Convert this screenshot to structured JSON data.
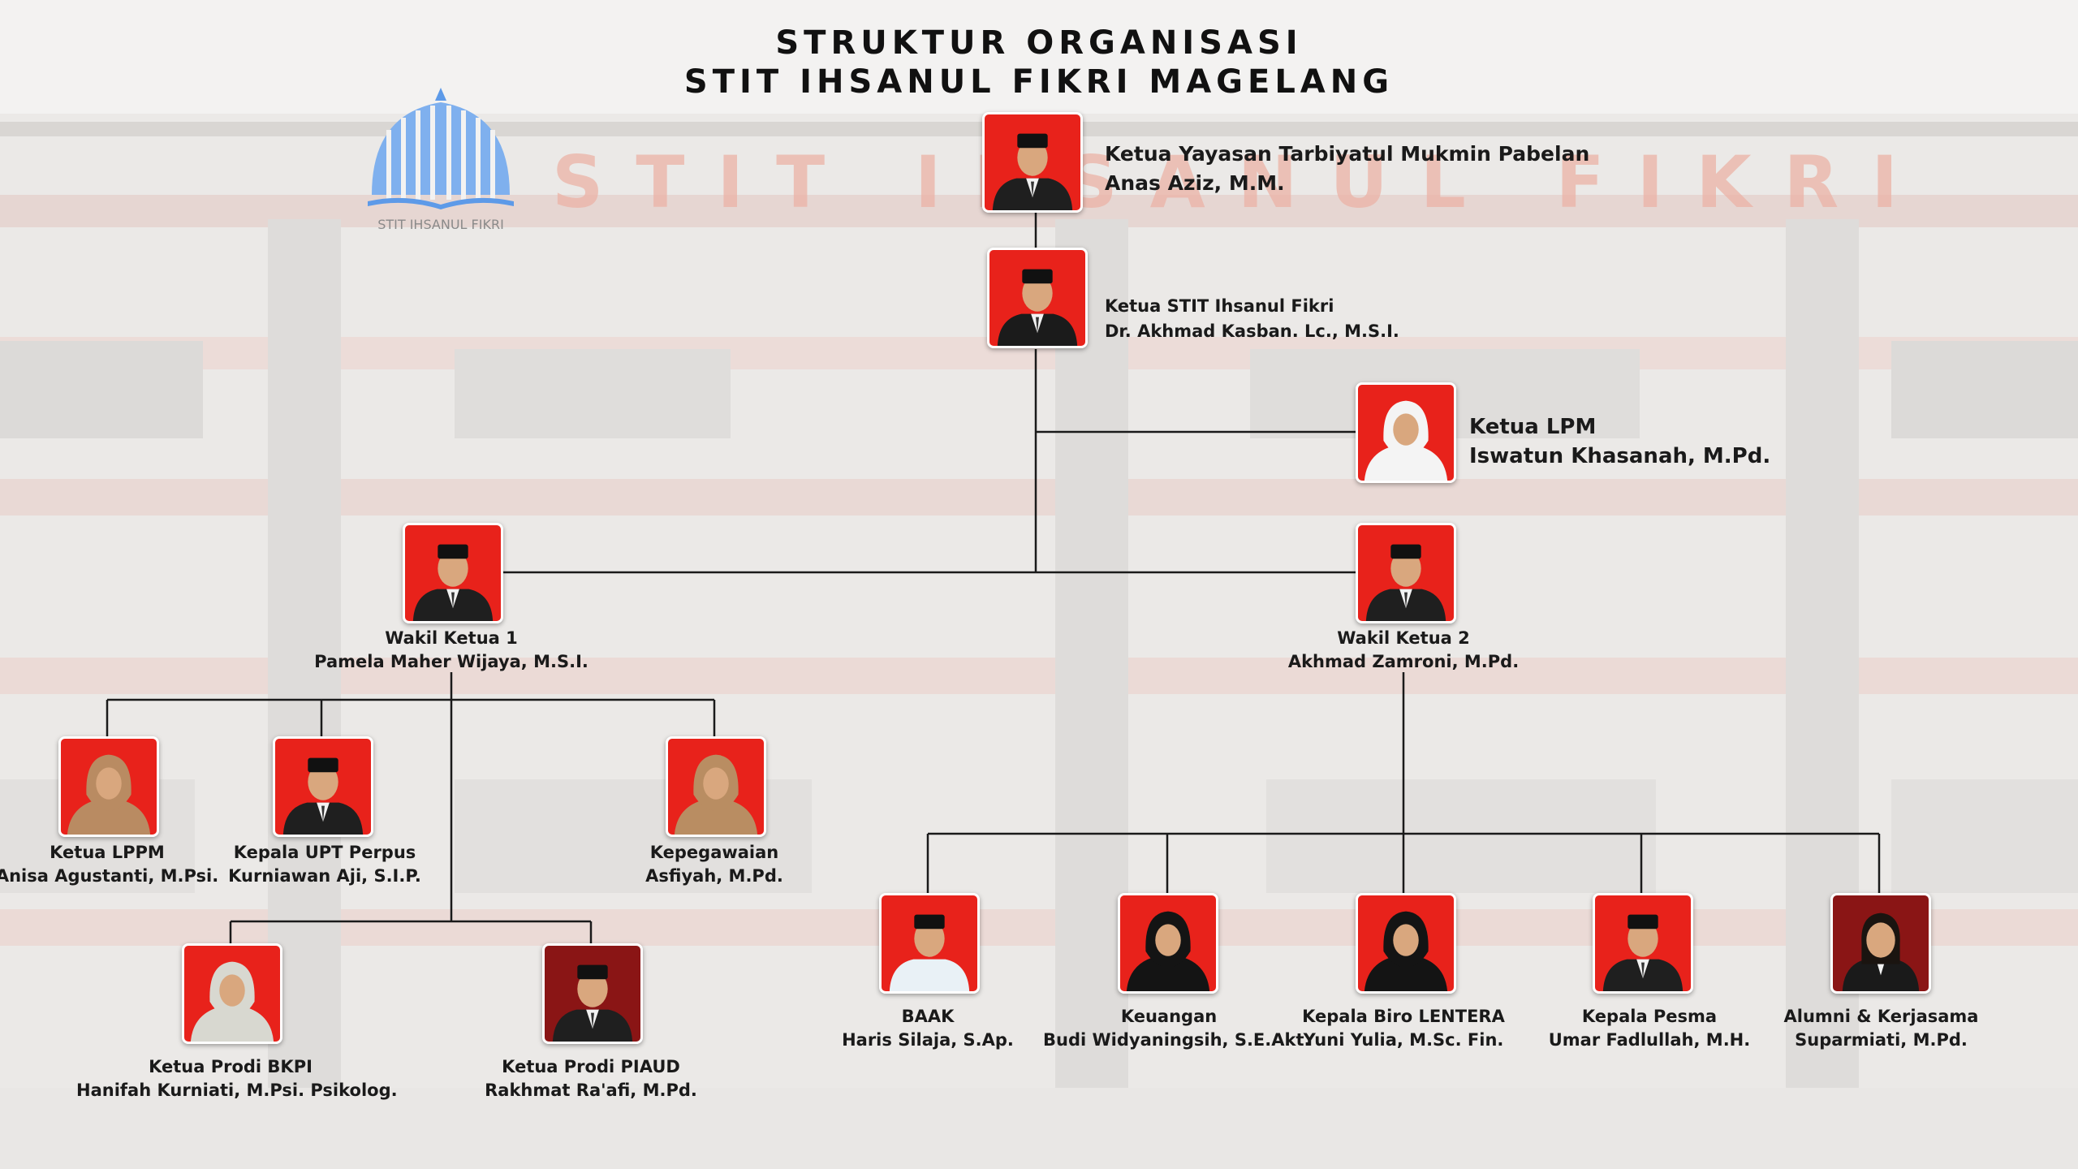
{
  "title": {
    "line1": "STRUKTUR ORGANISASI",
    "line2": "STIT IHSANUL FIKRI MAGELANG"
  },
  "logo": {
    "caption": "STIT IHSANUL FIKRI",
    "icon": "dome-book-logo"
  },
  "background_sign": "STIT IHSANUL FIKRI",
  "colors": {
    "photo_bg_red": "#e8221b",
    "photo_bg_dark_red": "#8a1515",
    "line": "#1a1a1a",
    "logo_blue": "#5d9ae8",
    "sign_orange": "#e8644a"
  },
  "people": {
    "ketua_yayasan": {
      "role": "Ketua Yayasan Tarbiyatul Mukmin Pabelan",
      "name": "Anas Aziz, M.M."
    },
    "ketua_stit": {
      "role": "Ketua STIT Ihsanul Fikri",
      "name": "Dr. Akhmad Kasban. Lc., M.S.I."
    },
    "ketua_lpm": {
      "role": "Ketua LPM",
      "name": "Iswatun Khasanah, M.Pd."
    },
    "wakil_ketua_1": {
      "role": "Wakil Ketua 1",
      "name": "Pamela Maher Wijaya, M.S.I."
    },
    "wakil_ketua_2": {
      "role": "Wakil Ketua 2",
      "name": "Akhmad Zamroni, M.Pd."
    },
    "ketua_lppm": {
      "role": "Ketua LPPM",
      "name": "Anisa Agustanti, M.Psi."
    },
    "kepala_upt_perpus": {
      "role": "Kepala UPT Perpus",
      "name": "Kurniawan Aji, S.I.P."
    },
    "kepegawaian": {
      "role": "Kepegawaian",
      "name": "Asfiyah, M.Pd."
    },
    "ketua_prodi_bkpi": {
      "role": "Ketua Prodi BKPI",
      "name": "Hanifah Kurniati, M.Psi. Psikolog."
    },
    "ketua_prodi_piaud": {
      "role": "Ketua Prodi PIAUD",
      "name": "Rakhmat Ra'afi, M.Pd."
    },
    "baak": {
      "role": "BAAK",
      "name": "Haris Silaja, S.Ap."
    },
    "keuangan": {
      "role": "Keuangan",
      "name": "Budi Widyaningsih, S.E.Akt."
    },
    "kepala_biro_lentera": {
      "role": "Kepala Biro LENTERA",
      "name": "Yuni Yulia, M.Sc. Fin."
    },
    "kepala_pesma": {
      "role": "Kepala Pesma",
      "name": "Umar Fadlullah, M.H."
    },
    "alumni_kerjasama": {
      "role": "Alumni & Kerjasama",
      "name": "Suparmiati, M.Pd."
    }
  }
}
